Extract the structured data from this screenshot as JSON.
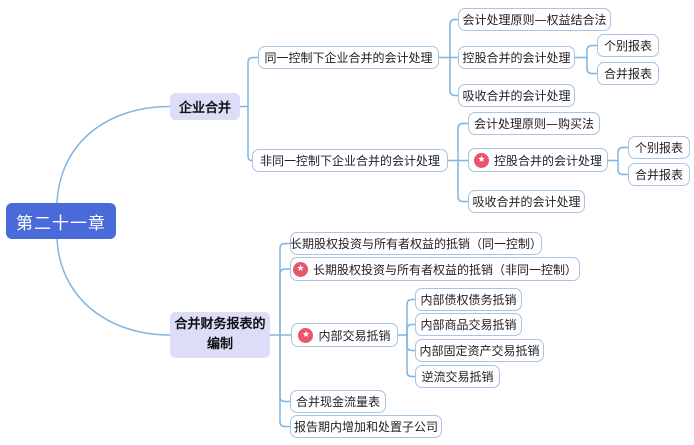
{
  "root": {
    "label": "第二十一章"
  },
  "branches": [
    {
      "label": "企业合并",
      "children": [
        {
          "label": "同一控制下企业合并的会计处理",
          "children": [
            {
              "label": "会计处理原则—权益结合法"
            },
            {
              "label": "控股合并的会计处理",
              "children": [
                {
                  "label": "个别报表"
                },
                {
                  "label": "合并报表"
                }
              ]
            },
            {
              "label": "吸收合并的会计处理"
            }
          ]
        },
        {
          "label": "非同一控制下企业合并的会计处理",
          "children": [
            {
              "label": "会计处理原则—购买法"
            },
            {
              "label": "控股合并的会计处理",
              "starred": true,
              "children": [
                {
                  "label": "个别报表"
                },
                {
                  "label": "合并报表"
                }
              ]
            },
            {
              "label": "吸收合并的会计处理"
            }
          ]
        }
      ]
    },
    {
      "label": "合并财务报表的编制",
      "children": [
        {
          "label": "长期股权投资与所有者权益的抵销（同一控制）"
        },
        {
          "label": "长期股权投资与所有者权益的抵销（非同一控制）",
          "starred": true
        },
        {
          "label": "内部交易抵销",
          "starred": true,
          "children": [
            {
              "label": "内部债权债务抵销"
            },
            {
              "label": "内部商品交易抵销"
            },
            {
              "label": "内部固定资产交易抵销"
            },
            {
              "label": "逆流交易抵销"
            }
          ]
        },
        {
          "label": "合并现金流量表"
        },
        {
          "label": "报告期内增加和处置子公司"
        }
      ]
    }
  ],
  "icons": {
    "star": "★"
  },
  "colors": {
    "root_bg": "#4a6ad9",
    "branch_bg": "#dcddf6",
    "leaf_border": "#a9c3e2",
    "line": "#7fb5e2",
    "star_bg": "#e8566c",
    "root_text": "#ffffff",
    "node_text": "#222222"
  }
}
